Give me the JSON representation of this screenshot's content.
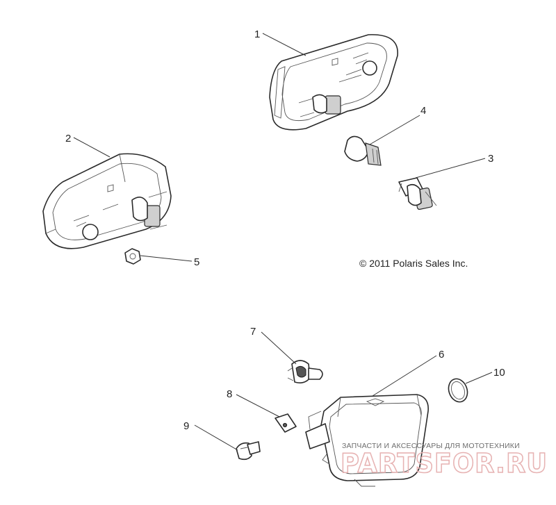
{
  "copyright": "© 2011 Polaris Sales Inc.",
  "callouts": [
    "1",
    "2",
    "3",
    "4",
    "5",
    "6",
    "7",
    "8",
    "9",
    "10"
  ],
  "watermark": {
    "tagline": "ЗАПЧАСТИ И АКСЕССУАРЫ ДЛЯ МОТОТЕХНИКИ",
    "brand": "PARTSFOR.RU",
    "color": "#e7b3b3"
  }
}
